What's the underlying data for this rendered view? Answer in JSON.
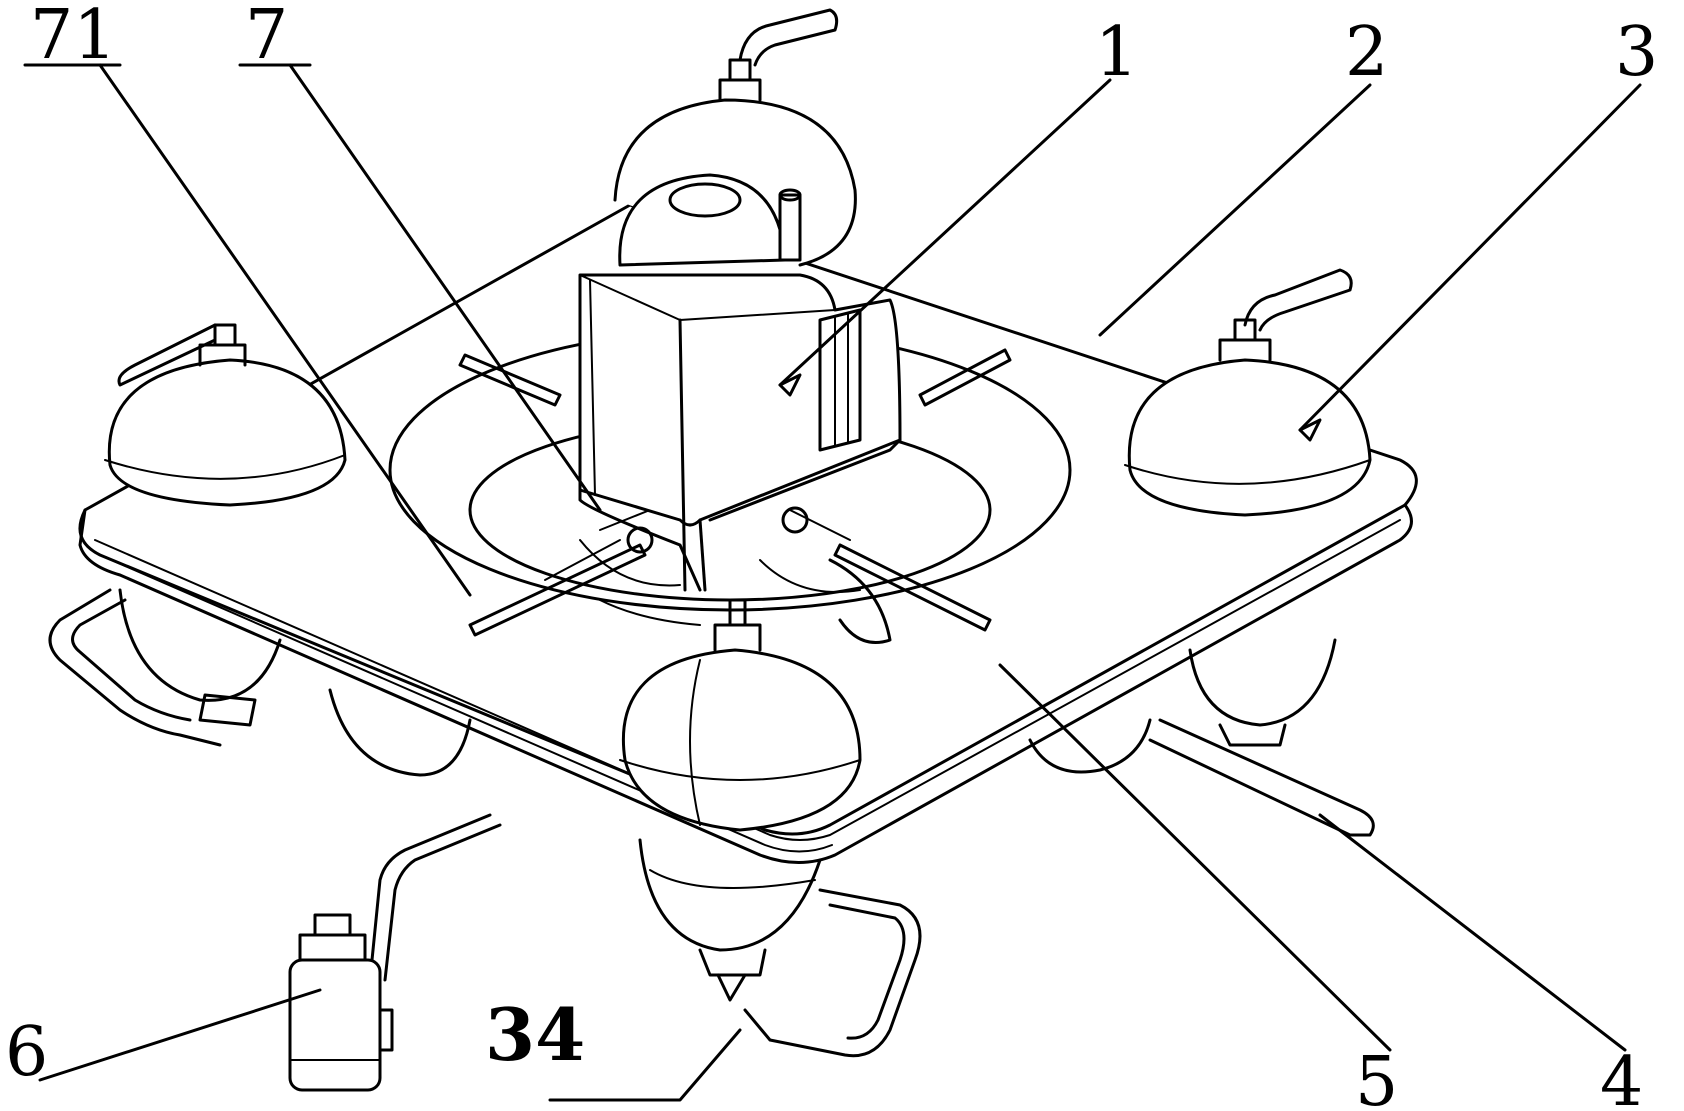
{
  "figure": {
    "labels": [
      {
        "id": "71",
        "text": "71"
      },
      {
        "id": "7",
        "text": "7"
      },
      {
        "id": "1",
        "text": "1"
      },
      {
        "id": "2",
        "text": "2"
      },
      {
        "id": "3",
        "text": "3"
      },
      {
        "id": "6",
        "text": "6"
      },
      {
        "id": "34",
        "text": "34"
      },
      {
        "id": "5",
        "text": "5"
      },
      {
        "id": "4",
        "text": "4"
      }
    ]
  },
  "colors": {
    "line": "#000000",
    "background": "#ffffff"
  }
}
